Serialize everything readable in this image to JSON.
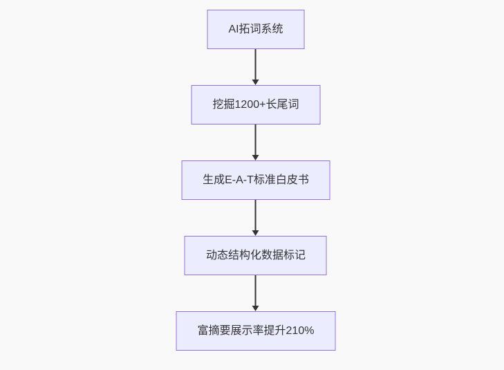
{
  "flowchart": {
    "type": "flowchart-top-down",
    "nodes": [
      {
        "id": "node-1",
        "label": "AI拓词系统"
      },
      {
        "id": "node-2",
        "label": "挖掘1200+长尾词"
      },
      {
        "id": "node-3",
        "label": "生成E-A-T标准白皮书"
      },
      {
        "id": "node-4",
        "label": "动态结构化数据标记"
      },
      {
        "id": "node-5",
        "label": "富摘要展示率提升210%"
      }
    ],
    "edges": [
      {
        "from": "node-1",
        "to": "node-2",
        "style": "arrow-down"
      },
      {
        "from": "node-2",
        "to": "node-3",
        "style": "arrow-down"
      },
      {
        "from": "node-3",
        "to": "node-4",
        "style": "arrow-down"
      },
      {
        "from": "node-4",
        "to": "node-5",
        "style": "arrow-down"
      }
    ],
    "colors": {
      "node_fill": "#ECECFF",
      "node_border": "#9370DB",
      "node_text": "#333333",
      "arrow": "#333333",
      "background": "#f9f9f9"
    }
  }
}
